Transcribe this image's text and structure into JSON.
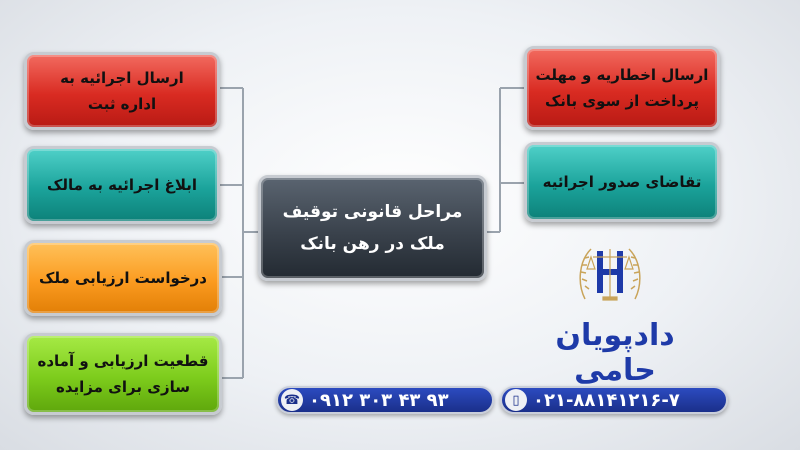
{
  "title": "مراحل قانونی توقیف ملک در رهن بانک",
  "steps_right": [
    "ارسال اخطاریه و مهلت پرداخت از سوی بانک",
    "تقاضای صدور اجرائیه"
  ],
  "steps_left": [
    "ارسال اجرائیه به اداره ثبت",
    "ابلاغ اجرائیه به مالک",
    "درخواست ارزیابی ملک",
    "قطعیت ارزیابی و آماده سازی برای مزایده"
  ],
  "brand": "دادپویان حامی",
  "phones": {
    "mobile": "۰۹۱۲ ۳۰۳ ۴۳ ۹۳",
    "landline": "۰۲۱-۸۸۱۴۱۲۱۶-۷"
  },
  "icons": {
    "mobile": "phone-handset-icon",
    "landline": "mobile-phone-icon",
    "logo": "scales-of-justice-logo"
  },
  "colors": {
    "red": "#d92b22",
    "teal": "#1ba39b",
    "orange": "#fb9b20",
    "green": "#7dcc1c",
    "center": "#3a424c",
    "brand": "#1e3aa8"
  }
}
